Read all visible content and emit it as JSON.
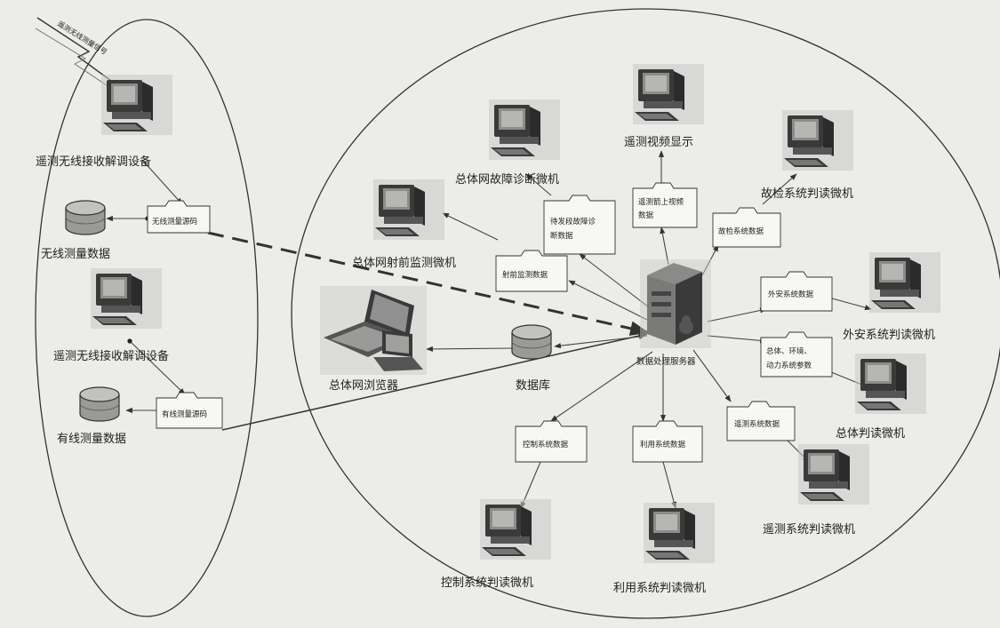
{
  "signal_label": "遥测无线测量信号",
  "nodes": {
    "rx1": "遥测无线接收解调设备",
    "rx2": "遥测无线接收解调设备",
    "wireless_db": "无线测量数据",
    "wired_db": "有线测量数据",
    "fault_pc": "总体网故障诊断微机",
    "video_pc": "遥测视频显示",
    "faultcheck_pc": "故检系统判读微机",
    "prelaunch_pc": "总体网射前监测微机",
    "browser": "总体网浏览器",
    "database": "数据库",
    "server": "数据处理服务器",
    "safety_pc": "外安系统判读微机",
    "overall_pc": "总体判读微机",
    "telemetry_pc": "遥测系统判读微机",
    "control_pc": "控制系统判读微机",
    "utilization_pc": "利用系统判读微机"
  },
  "boxes": {
    "wireless_code": "无线测量源码",
    "wired_code": "有线测量源码",
    "fault_data": [
      "待发段故障诊",
      "断数据"
    ],
    "video_data": [
      "遥测箭上视频",
      "数据"
    ],
    "faultcheck_data": "故检系统数据",
    "prelaunch_data": "射前监测数据",
    "safety_data": "外安系统数据",
    "power_data": [
      "总体、环境、",
      "动力系统参数"
    ],
    "telemetry_data": "遥测系统数据",
    "control_data": "控制系统数据",
    "utilization_data": "利用系统数据"
  },
  "colors": {
    "line": "#444444",
    "icon_dark": "#2a2a2a",
    "icon_mid": "#8a8a8a",
    "box_fill": "#f7f7f5"
  }
}
